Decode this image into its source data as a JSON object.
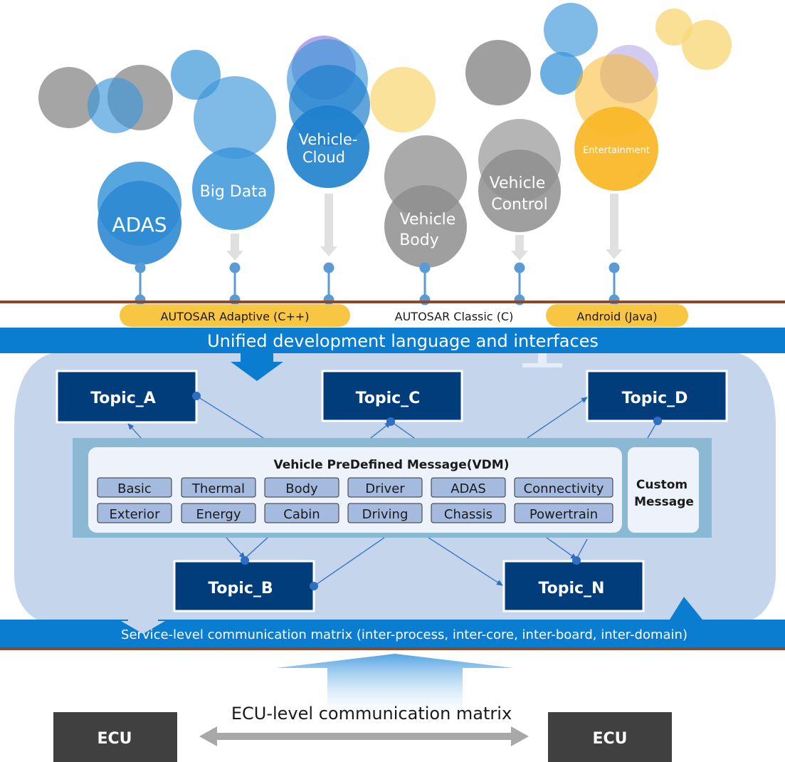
{
  "apps": {
    "adas": "ADAS",
    "big_data": "Big Data",
    "vehicle_cloud": [
      "Vehicle-",
      "Cloud"
    ],
    "vehicle_body": [
      "Vehicle",
      "Body"
    ],
    "vehicle_control": [
      "Vehicle",
      "Control"
    ],
    "entertainment": "Entertainment"
  },
  "platforms": {
    "autosar_adaptive": "AUTOSAR Adaptive  (C++)",
    "autosar_classic": "AUTOSAR Classic (C)",
    "android": "Android (Java)"
  },
  "unified_bar": "Unified development language and interfaces",
  "topics": {
    "a": "Topic_A",
    "b": "Topic_B",
    "c": "Topic_C",
    "d": "Topic_D",
    "n": "Topic_N"
  },
  "vdm": {
    "title": "Vehicle PreDefined Message(VDM)",
    "items_row1": [
      "Basic",
      "Thermal",
      "Body",
      "Driver",
      "ADAS",
      "Connectivity"
    ],
    "items_row2": [
      "Exterior",
      "Energy",
      "Cabin",
      "Driving",
      "Chassis",
      "Powertrain"
    ]
  },
  "custom_message": [
    "Custom",
    "Message"
  ],
  "service_bar": "Service-level communication matrix (inter-process, inter-core, inter-board, inter-domain)",
  "ecu_matrix": "ECU-level communication matrix",
  "ecu_left": "ECU",
  "ecu_right": "ECU",
  "colors": {
    "blue": "#3B96D9",
    "light_blue": "#7FBDE8",
    "gray": "#8E8E8E",
    "yellow": "#F9B829",
    "navy": "#003D7A",
    "bar_blue": "#0A7DD0",
    "panel": "#C5D5EC",
    "brown": "#8B4A2B"
  }
}
